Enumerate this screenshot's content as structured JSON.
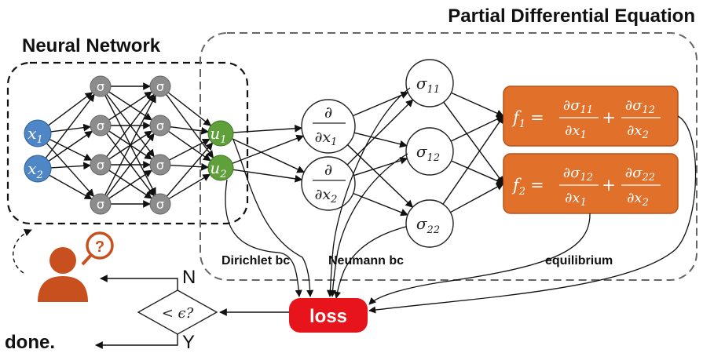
{
  "titles": {
    "pde": "Partial Differential Equation",
    "nn": "Neural Network"
  },
  "network": {
    "inputs": [
      "x",
      "x"
    ],
    "input_subs": [
      "1",
      "2"
    ],
    "hidden_symbol": "σ",
    "outputs": [
      "u",
      "u"
    ],
    "output_subs": [
      "1",
      "2"
    ]
  },
  "derivatives": {
    "num": "∂",
    "den_prefix": "∂x",
    "subs": [
      "1",
      "2"
    ]
  },
  "stress": {
    "symbol": "σ",
    "subs": [
      "11",
      "12",
      "22"
    ]
  },
  "equations": {
    "f1": {
      "lhs": "f",
      "lhs_sub": "1",
      "t1_num": "∂σ",
      "t1_num_sub": "11",
      "t1_den": "∂x",
      "t1_den_sub": "1",
      "plus": "+",
      "t2_num": "∂σ",
      "t2_num_sub": "12",
      "t2_den": "∂x",
      "t2_den_sub": "2"
    },
    "f2": {
      "lhs": "f",
      "lhs_sub": "2",
      "t1_num": "∂σ",
      "t1_num_sub": "12",
      "t1_den": "∂x",
      "t1_den_sub": "1",
      "plus": "+",
      "t2_num": "∂σ",
      "t2_num_sub": "22",
      "t2_den": "∂x",
      "t2_den_sub": "2"
    },
    "eq": "="
  },
  "labels": {
    "dirichlet": "Dirichlet bc",
    "neumann": "Neumann bc",
    "equilibrium": "equilibrium",
    "loss": "loss",
    "decision": "< ϵ?",
    "no": "N",
    "yes": "Y",
    "done": "done.",
    "question_mark": "?"
  },
  "colors": {
    "input_blue": "#4f86c6",
    "hidden_gray": "#8c8c8c",
    "output_green": "#5fa03a",
    "equation_orange": "#e0702a",
    "loss_red": "#e8141b",
    "person_orange": "#c8501e"
  }
}
